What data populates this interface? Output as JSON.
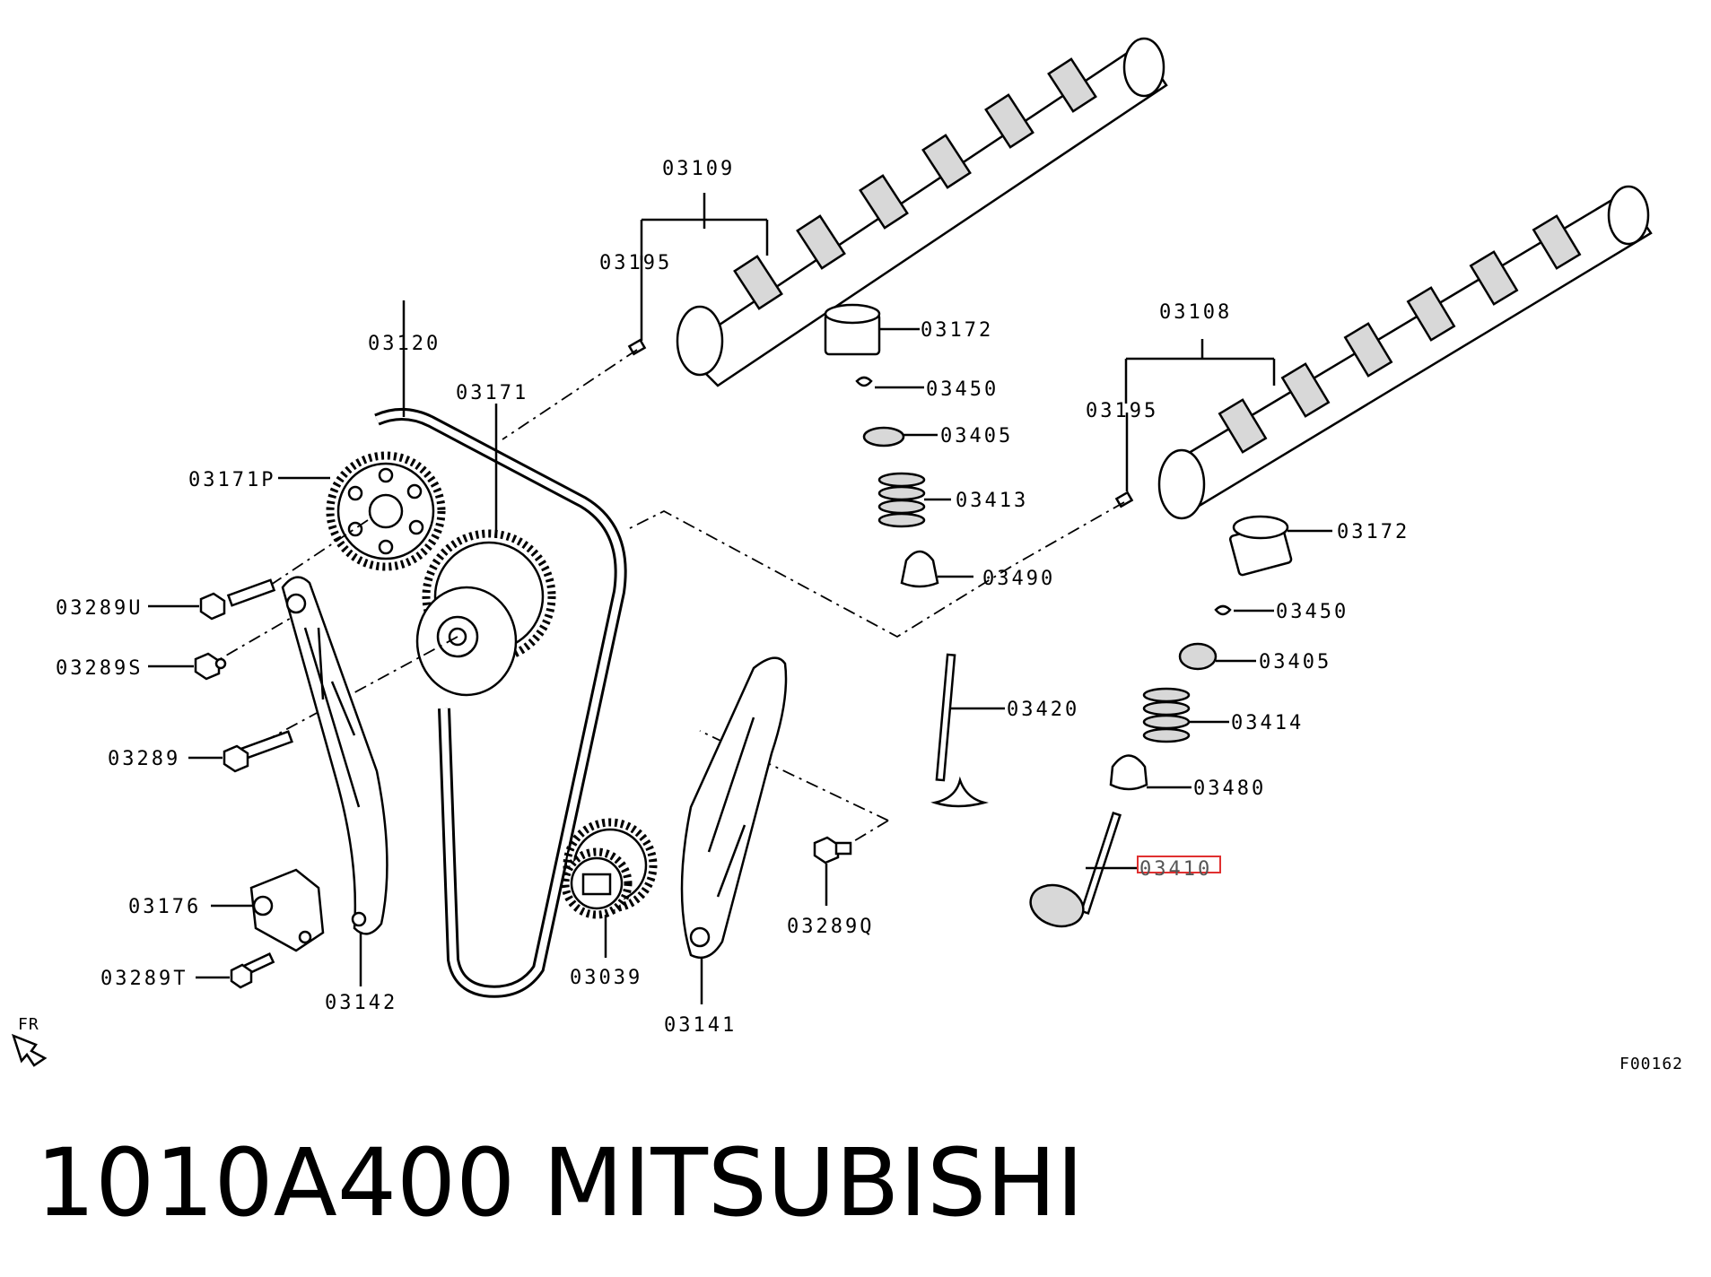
{
  "diagram": {
    "labels": {
      "p03109": "03109",
      "p03195_a": "03195",
      "p03172_a": "03172",
      "p03450_a": "03450",
      "p03405_a": "03405",
      "p03413": "03413",
      "p03490": "03490",
      "p03108": "03108",
      "p03195_b": "03195",
      "p03172_b": "03172",
      "p03450_b": "03450",
      "p03405_b": "03405",
      "p03414": "03414",
      "p03480": "03480",
      "p03420": "03420",
      "p03410": "03410",
      "p03120": "03120",
      "p03171": "03171",
      "p03171P": "03171P",
      "p03289U": "03289U",
      "p03289S": "03289S",
      "p03289": "03289",
      "p03176": "03176",
      "p03289T": "03289T",
      "p03142": "03142",
      "p03039": "03039",
      "p03141": "03141",
      "p03289Q": "03289Q"
    },
    "highlighted_part": "03410",
    "orientation_mark": "FR",
    "figure_code": "F00162"
  },
  "caption": {
    "part_number": "1010A400",
    "brand": "MITSUBISHI"
  },
  "colors": {
    "highlight": "#e03030",
    "ink": "#000000"
  }
}
